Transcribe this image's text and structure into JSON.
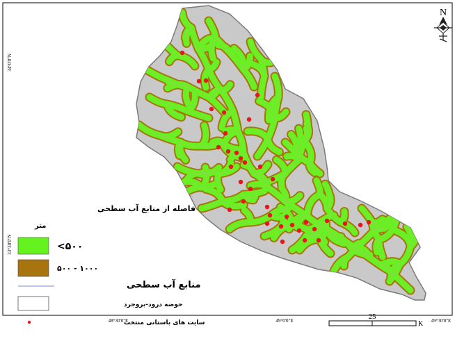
{
  "map": {
    "coords_left": [
      "34°0'0\"N",
      "33°30'0\"N"
    ],
    "coords_bottom": [
      "48°30'0\"E",
      "49°0'0\"E",
      "49°30'0\"E"
    ]
  },
  "legend": {
    "title": "فاصله از منابع آب سطحی",
    "unit": "متر",
    "classes": [
      {
        "label": "<۵۰۰",
        "color": "#66f21f"
      },
      {
        "label": "۵۰۰ - ۱۰۰۰",
        "color": "#a8740f"
      }
    ],
    "water_label": "منابع آب سطحی",
    "water_color": "#b8c4ee",
    "basin_label": "حوضه درود-بروجرد",
    "sites_label": "سایت های باستانی منتخب",
    "sites_color": "#e8151b"
  },
  "scale_bar": {
    "value": "25",
    "unit": "K"
  },
  "north_arrow": {
    "letter": "N"
  },
  "colors": {
    "basin_fill": "#c9c9c9",
    "basin_stroke": "#7a7a7a"
  }
}
